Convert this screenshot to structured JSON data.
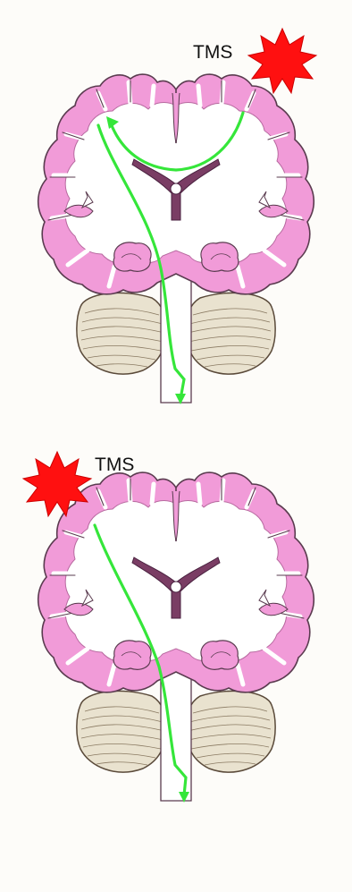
{
  "panels": [
    {
      "stimulus_label": "TMS",
      "stimulus_side": "right",
      "pathway": "callosal"
    },
    {
      "stimulus_label": "TMS",
      "stimulus_side": "left",
      "pathway": "ipsilateral"
    }
  ],
  "colors": {
    "background": "#fdfcf9",
    "cortex": "#f19bd8",
    "white_matter": "#ffffff",
    "outline": "#5a3b4f",
    "ventricle": "#7a3d64",
    "cerebellum": "#e9e2cf",
    "pathway": "#35e63a",
    "tms_burst": "#ff1010"
  },
  "icons": {
    "stimulus": "starburst-icon",
    "brain": "coronal-brain-section",
    "pathway_end": "arrowhead-icon"
  }
}
